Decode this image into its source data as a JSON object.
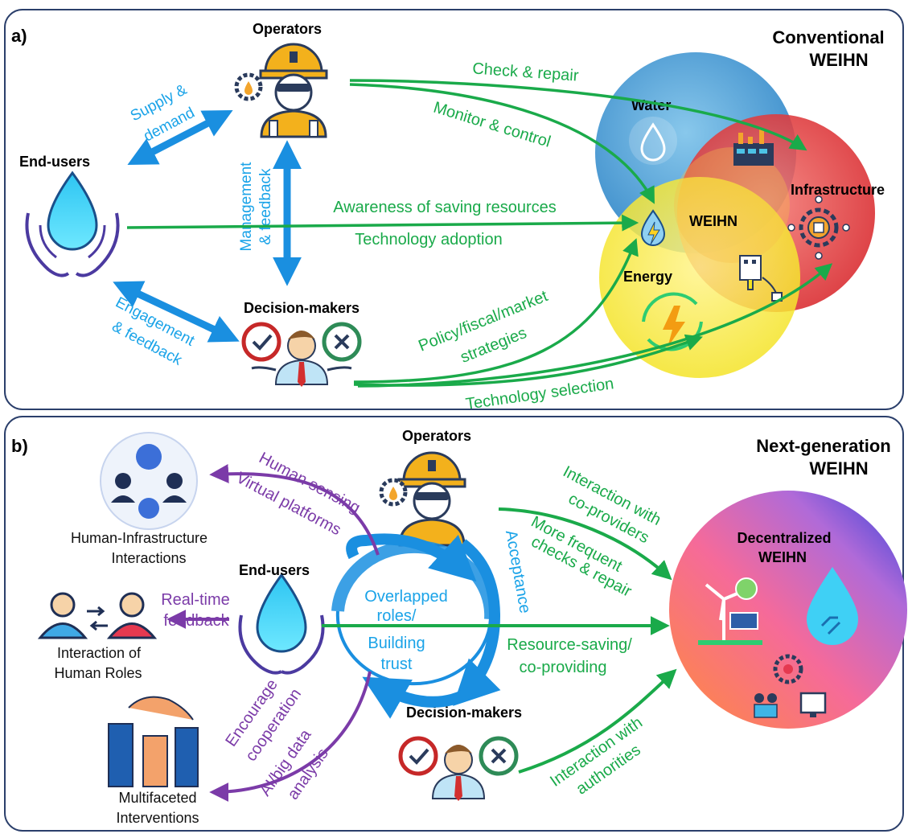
{
  "panel_a": {
    "tag": "a)",
    "title_line1": "Conventional",
    "title_line2": "WEIHN",
    "actors": {
      "operators": "Operators",
      "end_users": "End-users",
      "decision_makers": "Decision-makers"
    },
    "blue_labels": {
      "supply_1": "Supply &",
      "supply_2": "demand",
      "mgmt_1": "Management",
      "mgmt_2": "& feedback",
      "engage_1": "Engagement",
      "engage_2": "& feedback"
    },
    "green_labels": {
      "check_repair": "Check & repair",
      "monitor_control": "Monitor & control",
      "awareness": "Awareness of saving resources",
      "tech_adoption": "Technology adoption",
      "policy_1": "Policy/fiscal/market",
      "policy_2": "strategies",
      "tech_selection": "Technology selection"
    },
    "venn": {
      "water": "Water",
      "infrastructure": "Infrastructure",
      "energy": "Energy",
      "center": "WEIHN"
    }
  },
  "panel_b": {
    "tag": "b)",
    "title_line1": "Next-generation",
    "title_line2": "WEIHN",
    "actors": {
      "operators": "Operators",
      "end_users": "End-users",
      "decision_makers": "Decision-makers"
    },
    "cycle_text": [
      "Overlapped",
      "roles/",
      "Building",
      "trust"
    ],
    "acceptance": "Acceptance",
    "purple_labels": {
      "human_sensing": "Human sensing",
      "virtual_platforms": "Virtual platforms",
      "realtime_1": "Real-time",
      "realtime_2": "feedback",
      "encourage_1": "Encourage",
      "encourage_2": "cooperation",
      "ai_1": "AI/big data",
      "ai_2": "analysis"
    },
    "green_labels": {
      "coproviders_1": "Interaction with",
      "coproviders_2": "co-providers",
      "frequent_1": "More frequent",
      "frequent_2": "checks & repair",
      "resource_1": "Resource-saving/",
      "resource_2": "co-providing",
      "authorities_1": "Interaction with",
      "authorities_2": "authorities"
    },
    "outcomes": {
      "hii_1": "Human-Infrastructure",
      "hii_2": "Interactions",
      "roles_1": "Interaction of",
      "roles_2": "Human Roles",
      "multi_1": "Multifaceted",
      "multi_2": "Interventions"
    },
    "decentralized_1": "Decentralized",
    "decentralized_2": "WEIHN"
  },
  "colors": {
    "green": "#1aaa4a",
    "blue": "#1aa3e8",
    "purple": "#7b3ba8",
    "panel_border": "#2b3f6b"
  }
}
